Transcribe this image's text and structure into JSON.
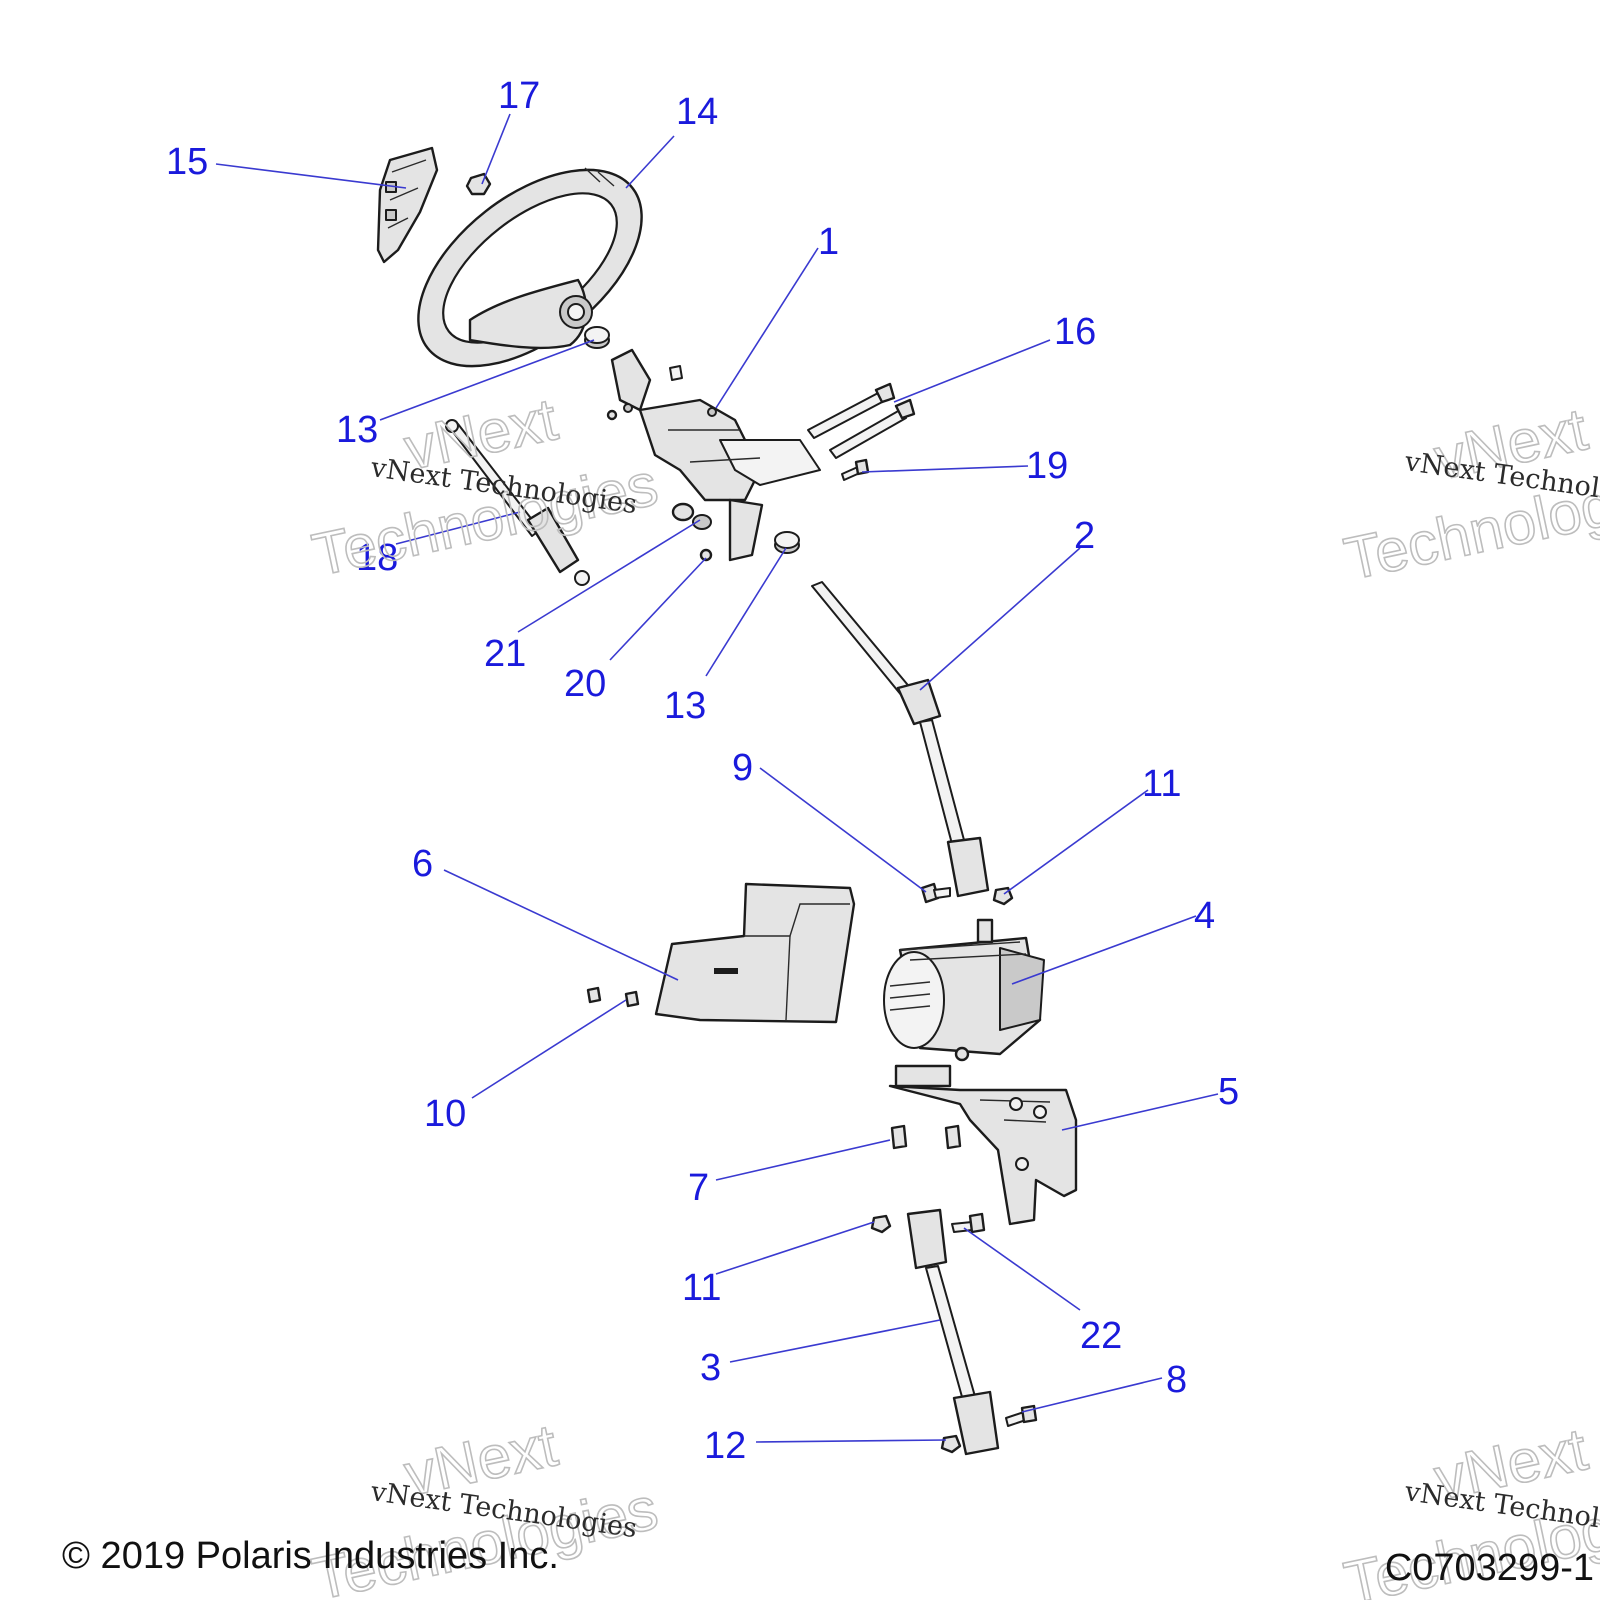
{
  "diagram": {
    "callouts": [
      "1",
      "2",
      "3",
      "4",
      "5",
      "6",
      "7",
      "8",
      "9",
      "10",
      "11",
      "12",
      "13",
      "14",
      "15",
      "16",
      "17",
      "18",
      "19",
      "20",
      "21",
      "22"
    ],
    "duplicate_callouts": {
      "label_11b": "11",
      "label_13b": "13"
    }
  },
  "watermark": {
    "big_line_1": "vNext",
    "big_line_2": "Technologies",
    "small": "vNext Technologies"
  },
  "footer": {
    "copyright": "© 2019 Polaris Industries Inc.",
    "figure_id": "C0703299-1"
  },
  "colors": {
    "callout_text": "#1a1adc",
    "leader_line": "#3a3ad0",
    "part_fill": "#e4e4e4",
    "outline": "#1c1c1c"
  }
}
